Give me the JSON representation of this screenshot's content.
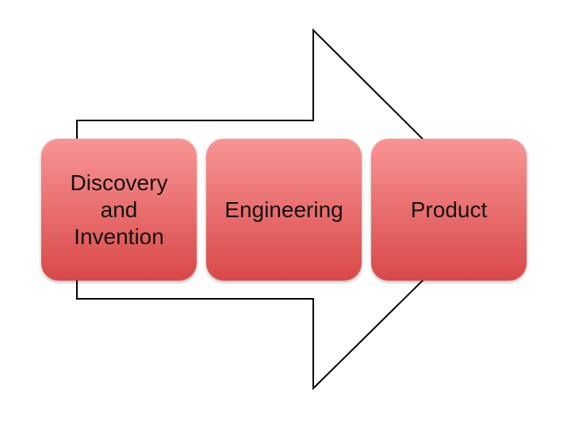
{
  "diagram": {
    "arrow": {
      "fill": "#ffffff",
      "stroke": "#000000"
    },
    "steps": [
      {
        "label": "Discovery\nand\nInvention"
      },
      {
        "label": "Engineering"
      },
      {
        "label": "Product"
      }
    ],
    "box_colors": {
      "top": "#f99595",
      "bottom": "#d94848"
    }
  }
}
